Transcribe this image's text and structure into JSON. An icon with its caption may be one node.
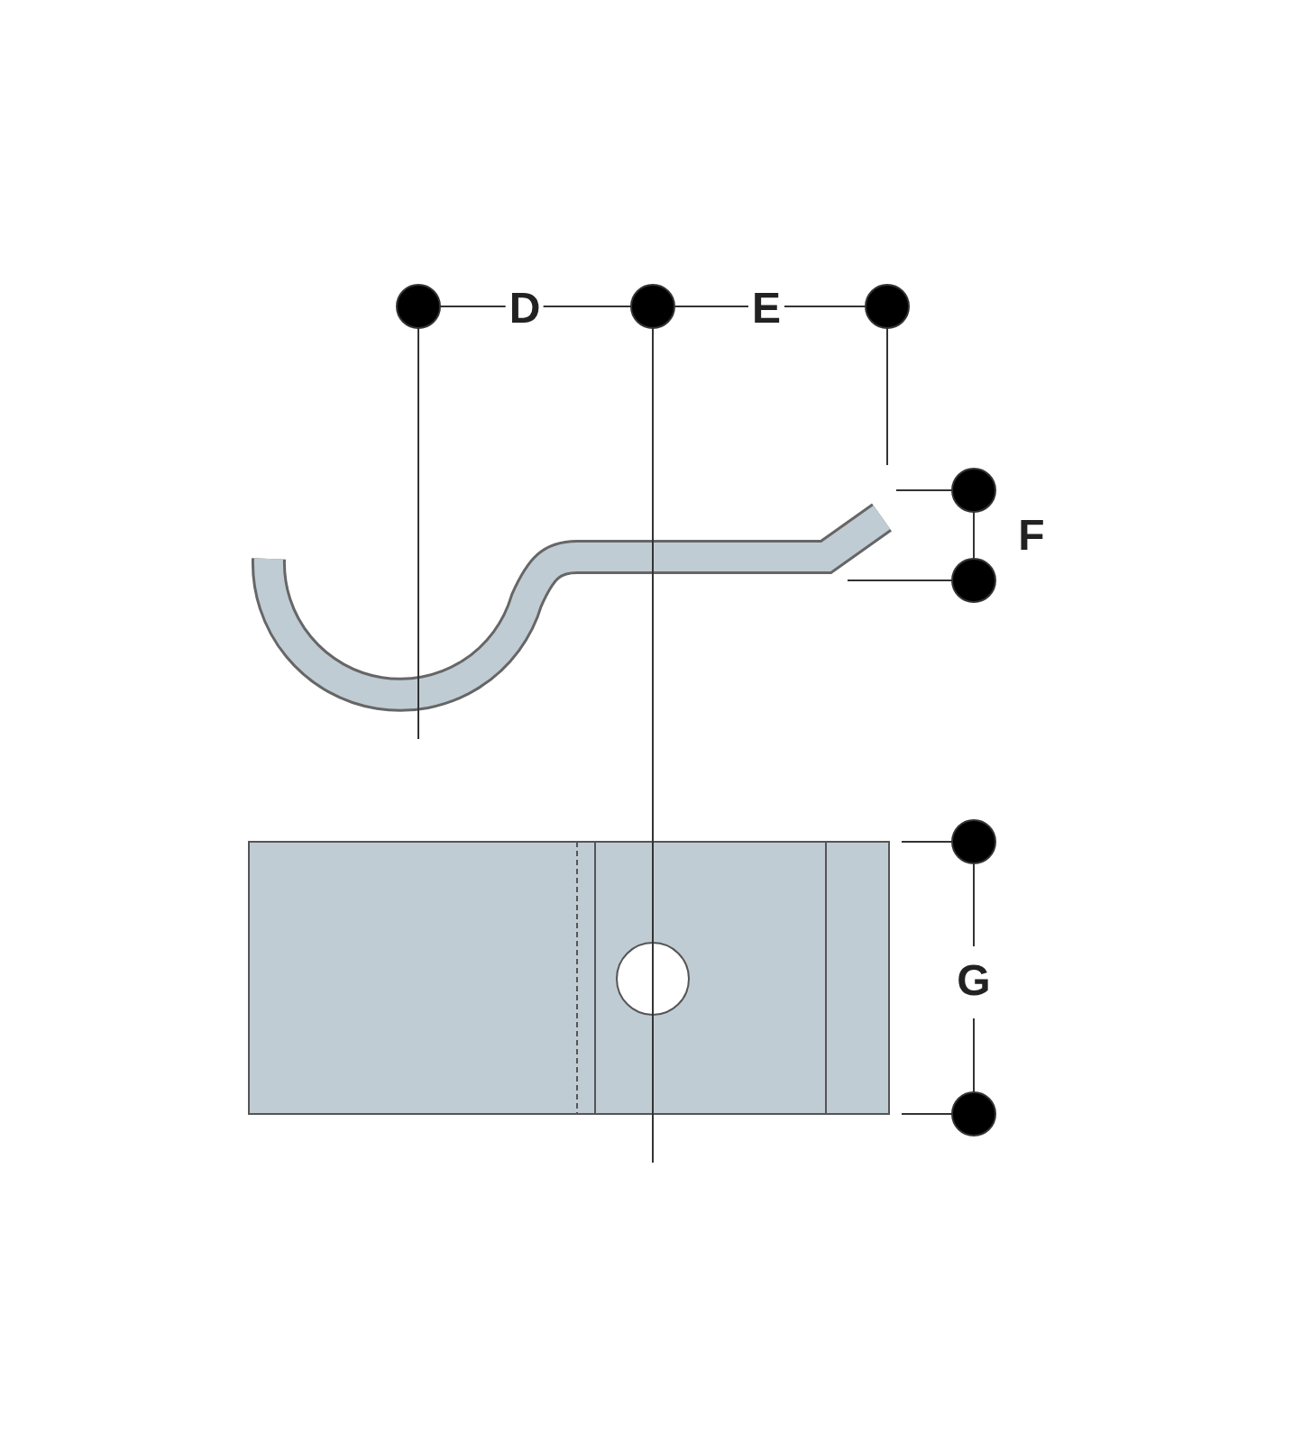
{
  "diagram": {
    "labels": [
      "D",
      "E",
      "F",
      "G"
    ]
  }
}
